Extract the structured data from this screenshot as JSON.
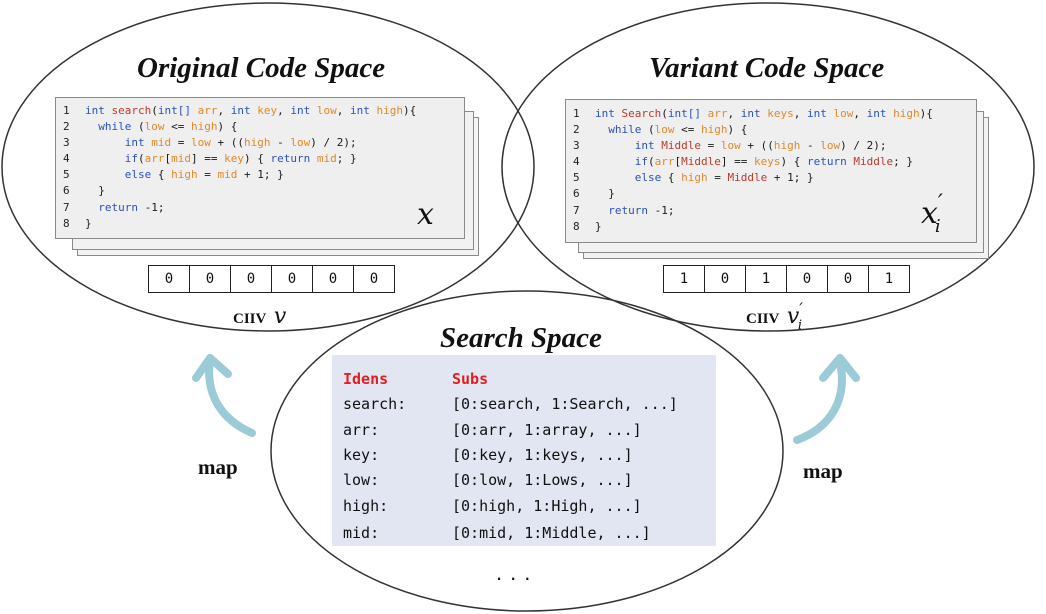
{
  "original": {
    "title": "Original Code Space",
    "code_lines": [
      [
        [
          "kw",
          "int "
        ],
        [
          "fn",
          "search"
        ],
        [
          "plain",
          "("
        ],
        [
          "kw",
          "int[] "
        ],
        [
          "var",
          "arr"
        ],
        [
          "plain",
          ", "
        ],
        [
          "kw",
          "int "
        ],
        [
          "var",
          "key"
        ],
        [
          "plain",
          ", "
        ],
        [
          "kw",
          "int "
        ],
        [
          "var",
          "low"
        ],
        [
          "plain",
          ", "
        ],
        [
          "kw",
          "int "
        ],
        [
          "var",
          "high"
        ],
        [
          "plain",
          "){"
        ]
      ],
      [
        [
          "plain",
          "  "
        ],
        [
          "kw",
          "while"
        ],
        [
          "plain",
          " ("
        ],
        [
          "var",
          "low"
        ],
        [
          "plain",
          " <= "
        ],
        [
          "var",
          "high"
        ],
        [
          "plain",
          ") {"
        ]
      ],
      [
        [
          "plain",
          "      "
        ],
        [
          "kw",
          "int "
        ],
        [
          "var",
          "mid"
        ],
        [
          "plain",
          " = "
        ],
        [
          "var",
          "low"
        ],
        [
          "plain",
          " + (("
        ],
        [
          "var",
          "high"
        ],
        [
          "plain",
          " - "
        ],
        [
          "var",
          "low"
        ],
        [
          "plain",
          ") / 2);"
        ]
      ],
      [
        [
          "plain",
          "      "
        ],
        [
          "kw",
          "if"
        ],
        [
          "plain",
          "("
        ],
        [
          "var",
          "arr"
        ],
        [
          "plain",
          "["
        ],
        [
          "var",
          "mid"
        ],
        [
          "plain",
          "] == "
        ],
        [
          "var",
          "key"
        ],
        [
          "plain",
          ") { "
        ],
        [
          "kw",
          "return "
        ],
        [
          "var",
          "mid"
        ],
        [
          "plain",
          "; }"
        ]
      ],
      [
        [
          "plain",
          "      "
        ],
        [
          "kw",
          "else"
        ],
        [
          "plain",
          " { "
        ],
        [
          "var",
          "high"
        ],
        [
          "plain",
          " = "
        ],
        [
          "var",
          "mid"
        ],
        [
          "plain",
          " + 1; }"
        ]
      ],
      [
        [
          "plain",
          "  }"
        ]
      ],
      [
        [
          "plain",
          "  "
        ],
        [
          "kw",
          "return"
        ],
        [
          "plain",
          " -1;"
        ]
      ],
      [
        [
          "plain",
          "}"
        ]
      ]
    ],
    "symbol": "x",
    "ciiv": [
      "0",
      "0",
      "0",
      "0",
      "0",
      "0"
    ],
    "ciiv_label": "CIIV",
    "ciiv_symbol": "v"
  },
  "variant": {
    "title": "Variant Code  Space",
    "code_lines": [
      [
        [
          "kw",
          "int "
        ],
        [
          "varB",
          "Search"
        ],
        [
          "plain",
          "("
        ],
        [
          "kw",
          "int[] "
        ],
        [
          "var",
          "arr"
        ],
        [
          "plain",
          ", "
        ],
        [
          "kw",
          "int "
        ],
        [
          "var",
          "keys"
        ],
        [
          "plain",
          ", "
        ],
        [
          "kw",
          "int "
        ],
        [
          "var",
          "low"
        ],
        [
          "plain",
          ", "
        ],
        [
          "kw",
          "int "
        ],
        [
          "var",
          "high"
        ],
        [
          "plain",
          "){"
        ]
      ],
      [
        [
          "plain",
          "  "
        ],
        [
          "kw",
          "while"
        ],
        [
          "plain",
          " ("
        ],
        [
          "var",
          "low"
        ],
        [
          "plain",
          " <= "
        ],
        [
          "var",
          "high"
        ],
        [
          "plain",
          ") {"
        ]
      ],
      [
        [
          "plain",
          "      "
        ],
        [
          "kw",
          "int "
        ],
        [
          "varB",
          "Middle"
        ],
        [
          "plain",
          " = "
        ],
        [
          "var",
          "low"
        ],
        [
          "plain",
          " + (("
        ],
        [
          "var",
          "high"
        ],
        [
          "plain",
          " - "
        ],
        [
          "var",
          "low"
        ],
        [
          "plain",
          ") / 2);"
        ]
      ],
      [
        [
          "plain",
          "      "
        ],
        [
          "kw",
          "if"
        ],
        [
          "plain",
          "("
        ],
        [
          "var",
          "arr"
        ],
        [
          "plain",
          "["
        ],
        [
          "varB",
          "Middle"
        ],
        [
          "plain",
          "] == "
        ],
        [
          "var",
          "keys"
        ],
        [
          "plain",
          ") { "
        ],
        [
          "kw",
          "return "
        ],
        [
          "varB",
          "Middle"
        ],
        [
          "plain",
          "; }"
        ]
      ],
      [
        [
          "plain",
          "      "
        ],
        [
          "kw",
          "else"
        ],
        [
          "plain",
          " { "
        ],
        [
          "var",
          "high"
        ],
        [
          "plain",
          " = "
        ],
        [
          "varB",
          "Middle"
        ],
        [
          "plain",
          " + 1; }"
        ]
      ],
      [
        [
          "plain",
          "  }"
        ]
      ],
      [
        [
          "plain",
          "  "
        ],
        [
          "kw",
          "return"
        ],
        [
          "plain",
          " -1;"
        ]
      ],
      [
        [
          "plain",
          "}"
        ]
      ]
    ],
    "symbol": "x",
    "symbol_sup": "′",
    "symbol_sub": "i",
    "ciiv": [
      "1",
      "0",
      "1",
      "0",
      "0",
      "1"
    ],
    "ciiv_label": "CIIV",
    "ciiv_symbol": "v",
    "ciiv_sup": "′",
    "ciiv_sub": "i"
  },
  "search": {
    "title": "Search Space",
    "header_idens": "Idens",
    "header_subs": "Subs",
    "rows": [
      {
        "iden": "search:",
        "subs": "[0:search, 1:Search, ...]"
      },
      {
        "iden": "arr:",
        "subs": "[0:arr, 1:array, ...]"
      },
      {
        "iden": "key:",
        "subs": "[0:key, 1:keys, ...]"
      },
      {
        "iden": "low:",
        "subs": "[0:low, 1:Lows, ...]"
      },
      {
        "iden": "high:",
        "subs": "[0:high, 1:High, ...]"
      },
      {
        "iden": "mid:",
        "subs": "[0:mid, 1:Middle, ...]"
      }
    ],
    "ellipsis": "..."
  },
  "map_left": "map",
  "map_right": "map",
  "colors": {
    "keyword": "#2a52be",
    "identifier": "#e0892b",
    "renamed": "#c0392b",
    "arrow": "#9ccbd8",
    "panel": "#e2e5f2"
  }
}
